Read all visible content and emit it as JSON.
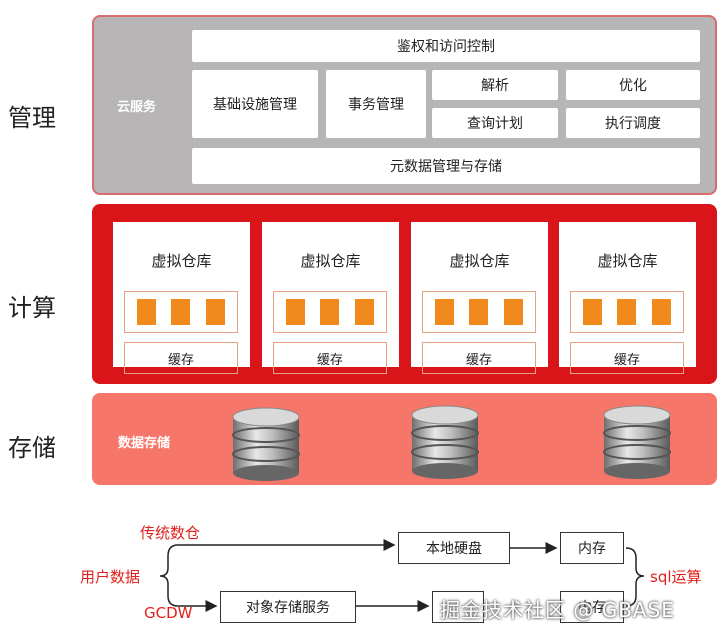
{
  "side_labels": {
    "management": "管理",
    "compute": "计算",
    "storage": "存储"
  },
  "management": {
    "cloud_label": "云服务",
    "auth": "鉴权和访问控制",
    "infra": "基础设施管理",
    "txn": "事务管理",
    "parse": "解析",
    "optimize": "优化",
    "query_plan": "查询计划",
    "exec_sched": "执行调度",
    "metadata": "元数据管理与存储"
  },
  "compute": {
    "warehouses": [
      {
        "title": "虚拟仓库",
        "cache": "缓存"
      },
      {
        "title": "虚拟仓库",
        "cache": "缓存"
      },
      {
        "title": "虚拟仓库",
        "cache": "缓存"
      },
      {
        "title": "虚拟仓库",
        "cache": "缓存"
      }
    ]
  },
  "storage": {
    "label": "数据存储"
  },
  "flow": {
    "traditional": "传统数仓",
    "user_data": "用户数据",
    "gcdw": "GCDW",
    "local_disk": "本地硬盘",
    "memory_top": "内存",
    "object_storage": "对象存储服务",
    "memory_bottom": "内存",
    "sql": "sql运算"
  },
  "watermark": "掘金技术社区 @ GBASE",
  "colors": {
    "compute_red": "#d9151a",
    "storage_salmon": "#f6776a",
    "core_orange": "#f08a1c",
    "mgmt_gray": "#b7b5b5",
    "flow_red": "#e0201a"
  },
  "icons": {
    "storage_node": "database-cylinder-icon"
  }
}
